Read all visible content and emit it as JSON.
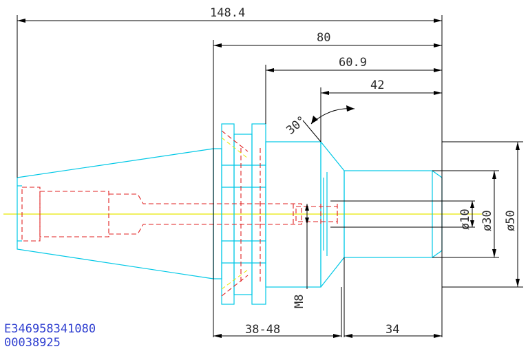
{
  "dimensions": {
    "overall_length": "148.4",
    "flange_to_end": "80",
    "body_to_end": "60.9",
    "nose_to_end": "42",
    "chamfer_angle": "30°",
    "bore_diameter": "ø10",
    "nose_diameter": "ø30",
    "body_diameter": "ø50",
    "thread": "M8",
    "adjust_range": "38-48",
    "nose_length": "34"
  },
  "codes": {
    "line1": "E346958341080",
    "line2": "00038925"
  },
  "colors": {
    "outline": "#00c8e6",
    "hidden": "#e02020",
    "centerline": "#e8e800",
    "dimension": "#000000",
    "code_text": "#2f3fd0"
  }
}
